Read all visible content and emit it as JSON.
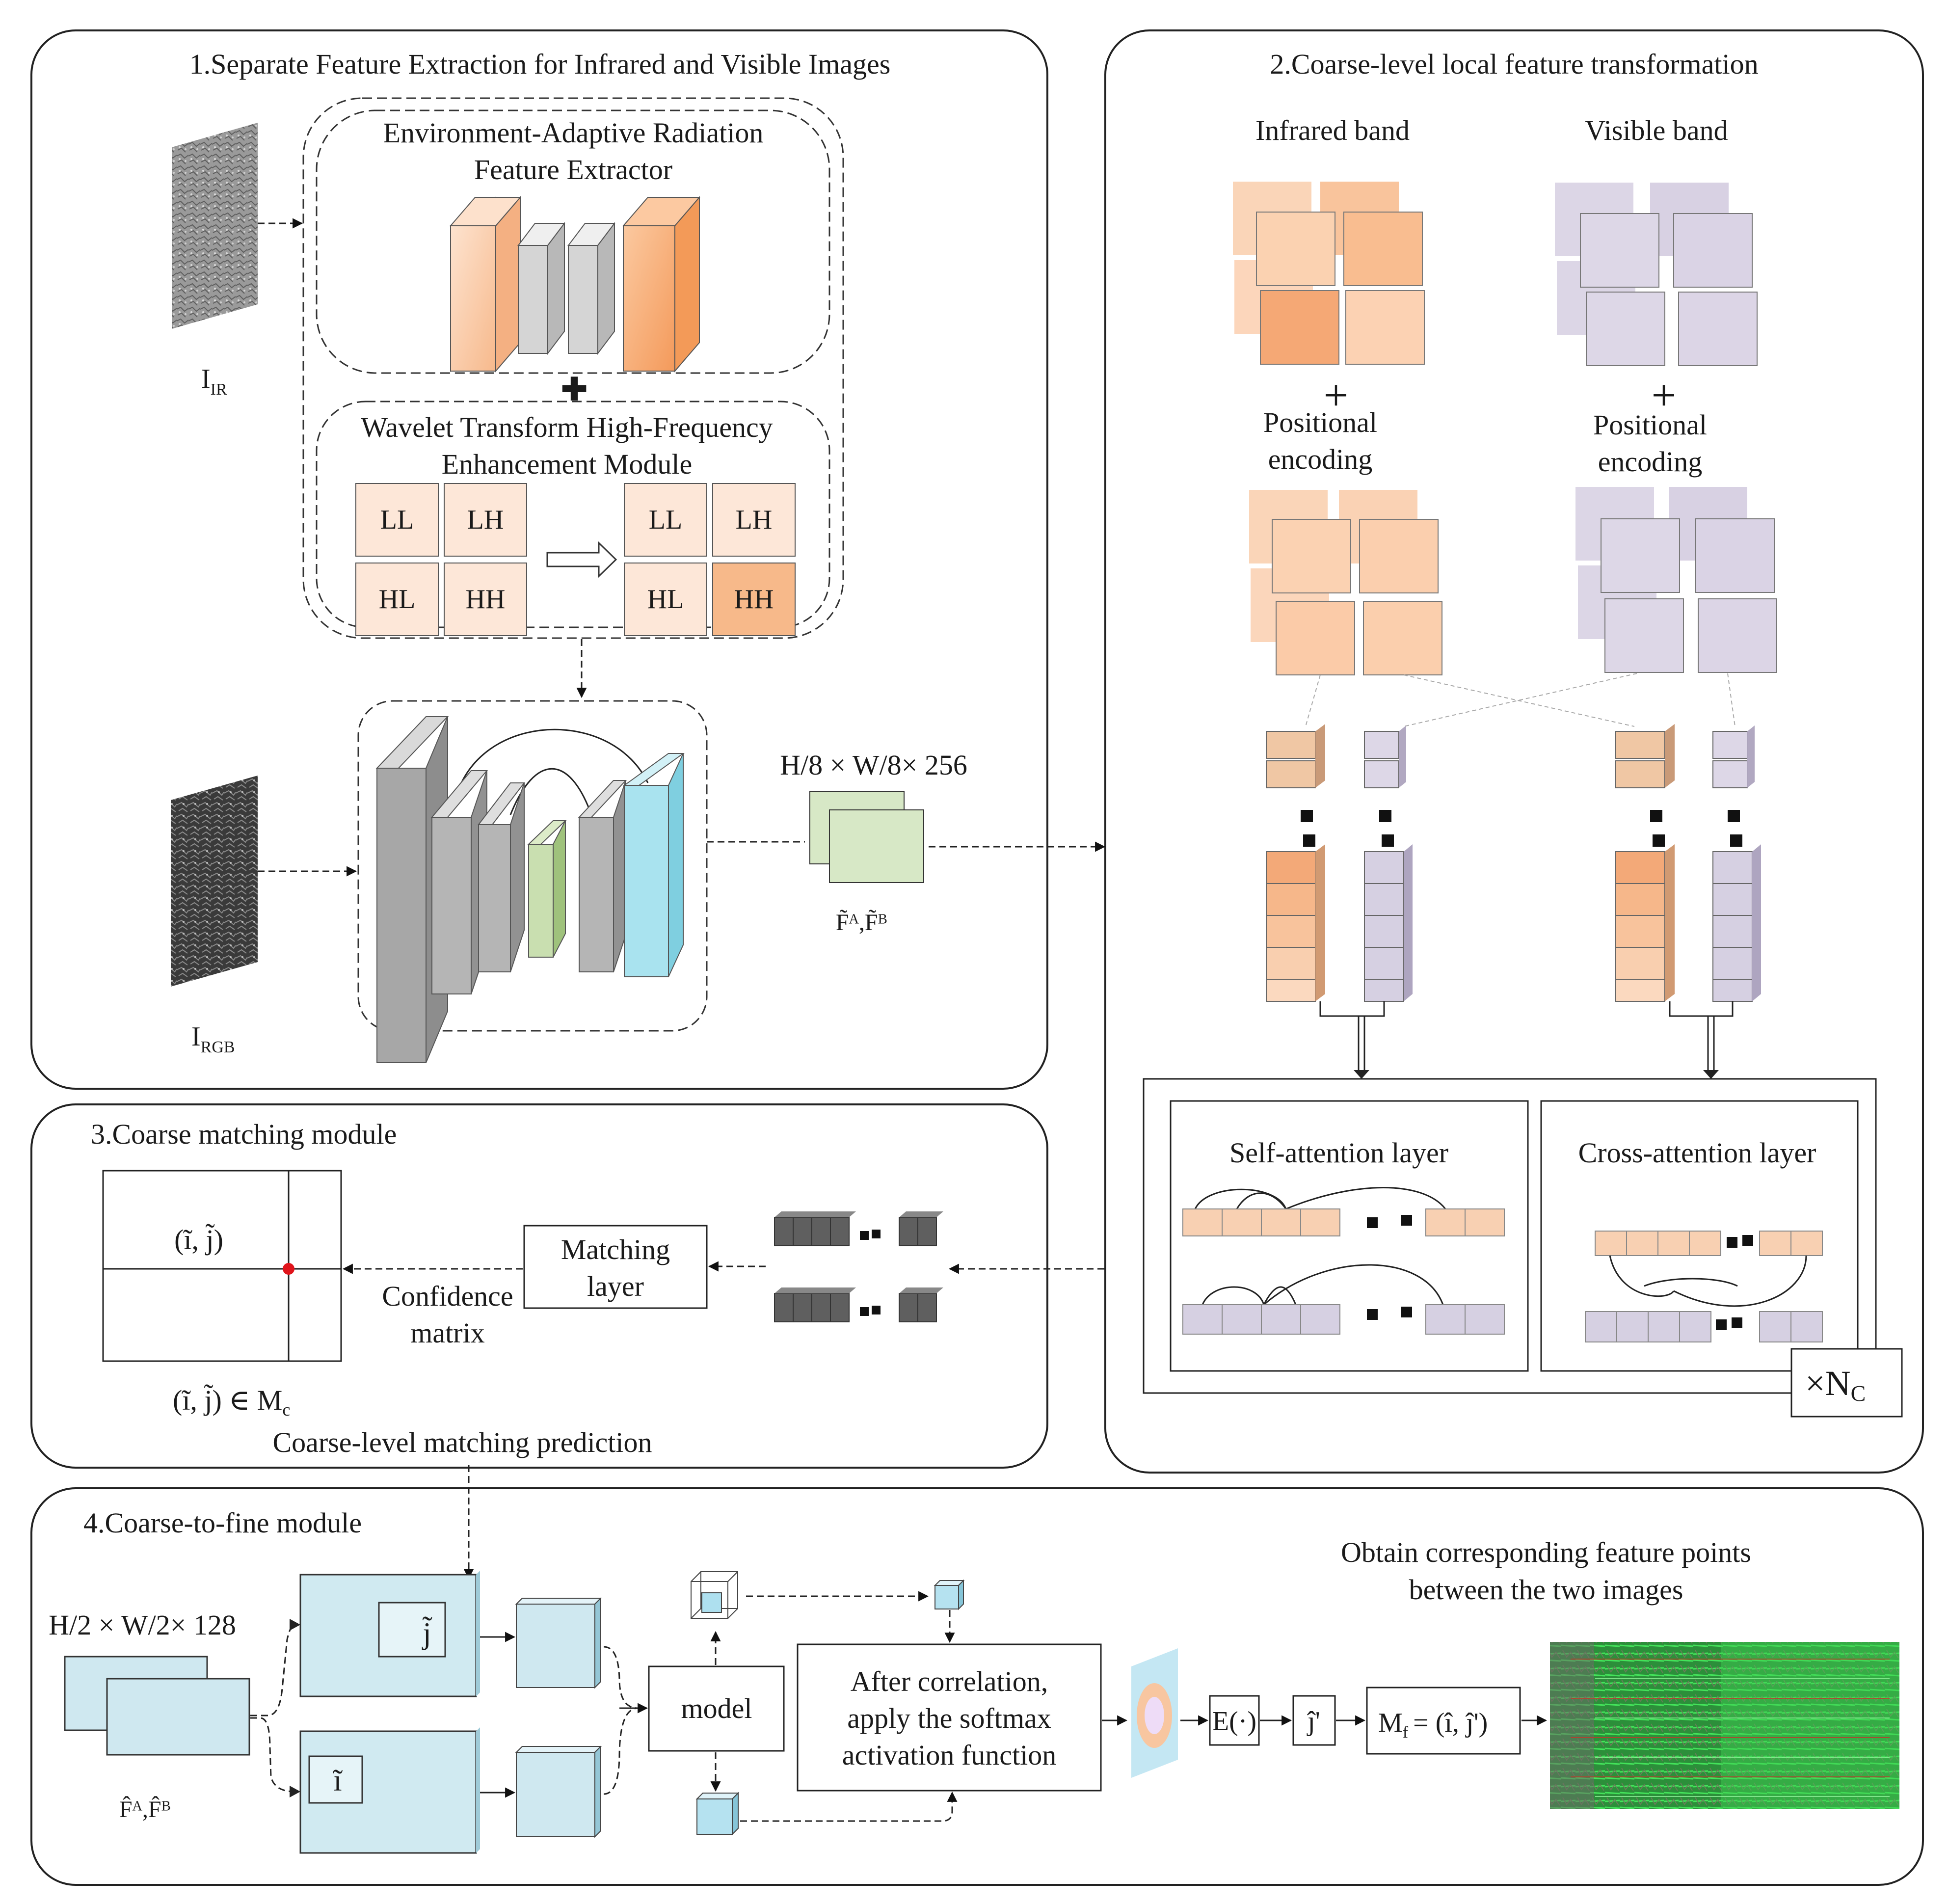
{
  "panels": {
    "p1_title": "1.Separate Feature Extraction for Infrared and Visible Images",
    "p2_title": "2.Coarse-level local feature transformation",
    "p3_title": "3.Coarse matching module",
    "p4_title": "4.Coarse-to-fine module"
  },
  "p1": {
    "ir_label_main": "I",
    "ir_label_sub": "IR",
    "rgb_label_main": "I",
    "rgb_label_sub": "RGB",
    "env_title_1": "Environment-Adaptive Radiation",
    "env_title_2": "Feature Extractor",
    "plus": "✚",
    "wt_title_1": "Wavelet Transform High-Frequency",
    "wt_title_2": "Enhancement Module",
    "ll": "LL",
    "lh": "LH",
    "hl": "HL",
    "hh": "HH",
    "feat_size": "H/8 × W/8× 256",
    "feat_label": "F̃ᴬ,F̃ᴮ"
  },
  "p2": {
    "infrared_band": "Infrared band",
    "visible_band": "Visible band",
    "plus": "+",
    "pos_enc_1": "Positional",
    "pos_enc_2": "encoding",
    "self_attn": "Self-attention layer",
    "cross_attn": "Cross-attention layer",
    "times": "×N",
    "times_sub": "C"
  },
  "p3": {
    "ij": "(ĩ, j̃)",
    "ij_in": "(ĩ, j̃) ∈ M",
    "ij_in_sub": "c",
    "matching_1": "Matching",
    "matching_2": "layer",
    "confidence_1": "Confidence",
    "confidence_2": "matrix",
    "caption": "Coarse-level matching prediction"
  },
  "p4": {
    "feat_size": "H/2 × W/2× 128",
    "feat_label": "F̂ᴬ,F̂ᴮ",
    "j_box": "j̃",
    "i_box": "ĩ",
    "model": "model",
    "softmax_1": "After correlation,",
    "softmax_2": "apply the softmax",
    "softmax_3": "activation function",
    "expect": "E(·)",
    "jhat": "ĵ'",
    "mf_main": "M",
    "mf_sub": "f",
    "mf_rest": "= (î, ĵ')",
    "obtain_1": "Obtain corresponding feature points",
    "obtain_2": "between the two images"
  }
}
